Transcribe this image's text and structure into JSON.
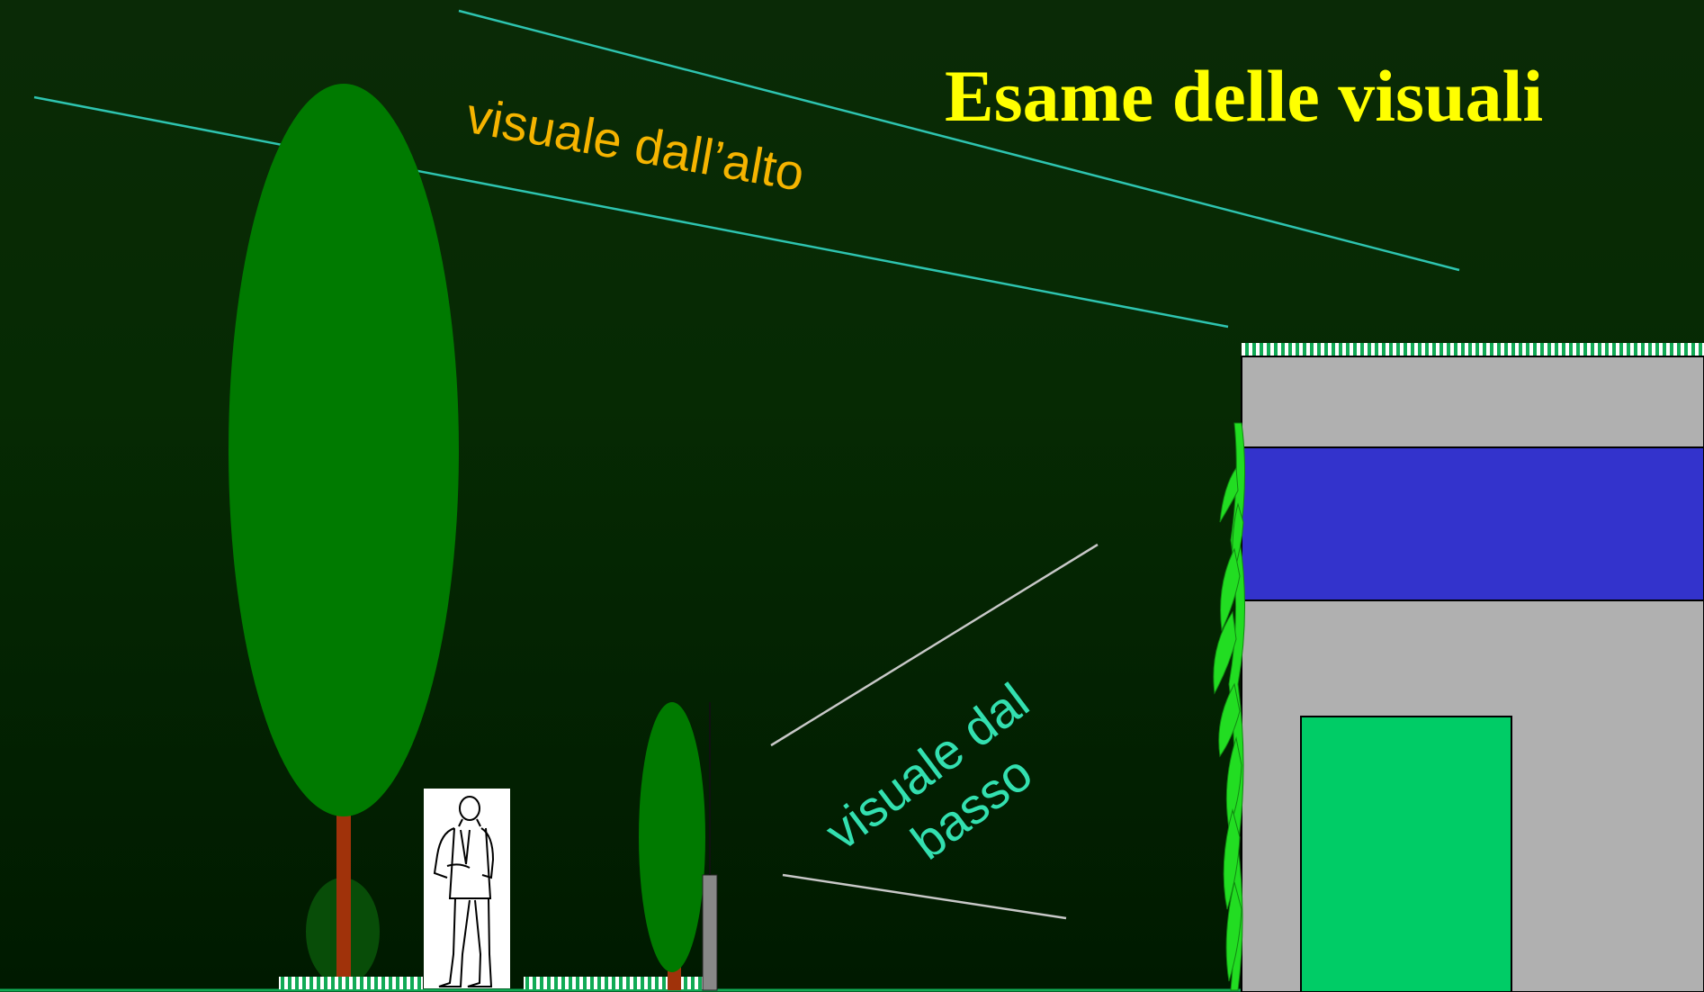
{
  "title": "Esame delle visuali",
  "labels": {
    "view_from_above": "visuale dall’alto",
    "view_from_below_line1": "visuale dal",
    "view_from_below_line2": "basso"
  },
  "colors": {
    "background": "#062a03",
    "title": "#ffff00",
    "view_from_above_label": "#f5b400",
    "view_from_below_label": "#33e0b0",
    "sight_line_top": "#2ec4b0",
    "sight_line_bottom": "#c8c8c8",
    "tree_crown": "#007a00",
    "tree_trunk": "#a0320a",
    "building_wall": "#b0b0b0",
    "building_band": "#3333cc",
    "building_door": "#00cc66",
    "climbing_plant": "#22dd22",
    "grass_strip": "#11aa55"
  },
  "icons": [
    "standing-man-icon",
    "tall-tree-icon",
    "small-tree-icon",
    "climbing-plant-icon"
  ]
}
